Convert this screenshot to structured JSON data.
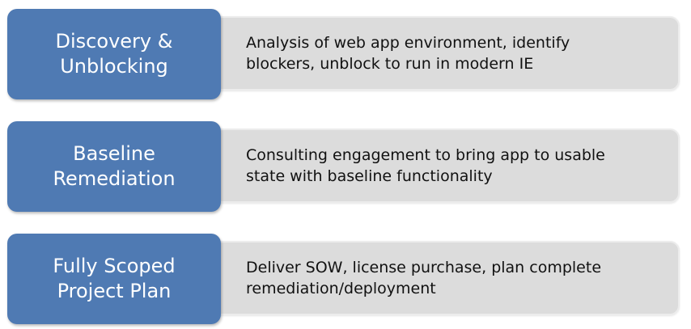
{
  "phases": [
    {
      "title": "Discovery &\nUnblocking",
      "description": "Analysis of web app environment, identify\nblockers, unblock to run in modern IE"
    },
    {
      "title": "Baseline\nRemediation",
      "description": "Consulting engagement to bring app to usable\nstate with baseline functionality"
    },
    {
      "title": "Fully Scoped\nProject Plan",
      "description": "Deliver SOW, license purchase, plan complete\nremediation/deployment"
    }
  ],
  "colors": {
    "phase_fill": "#4f7ab3",
    "phase_text": "#ffffff",
    "description_fill": "#dcdcdc",
    "description_text": "#111111"
  }
}
